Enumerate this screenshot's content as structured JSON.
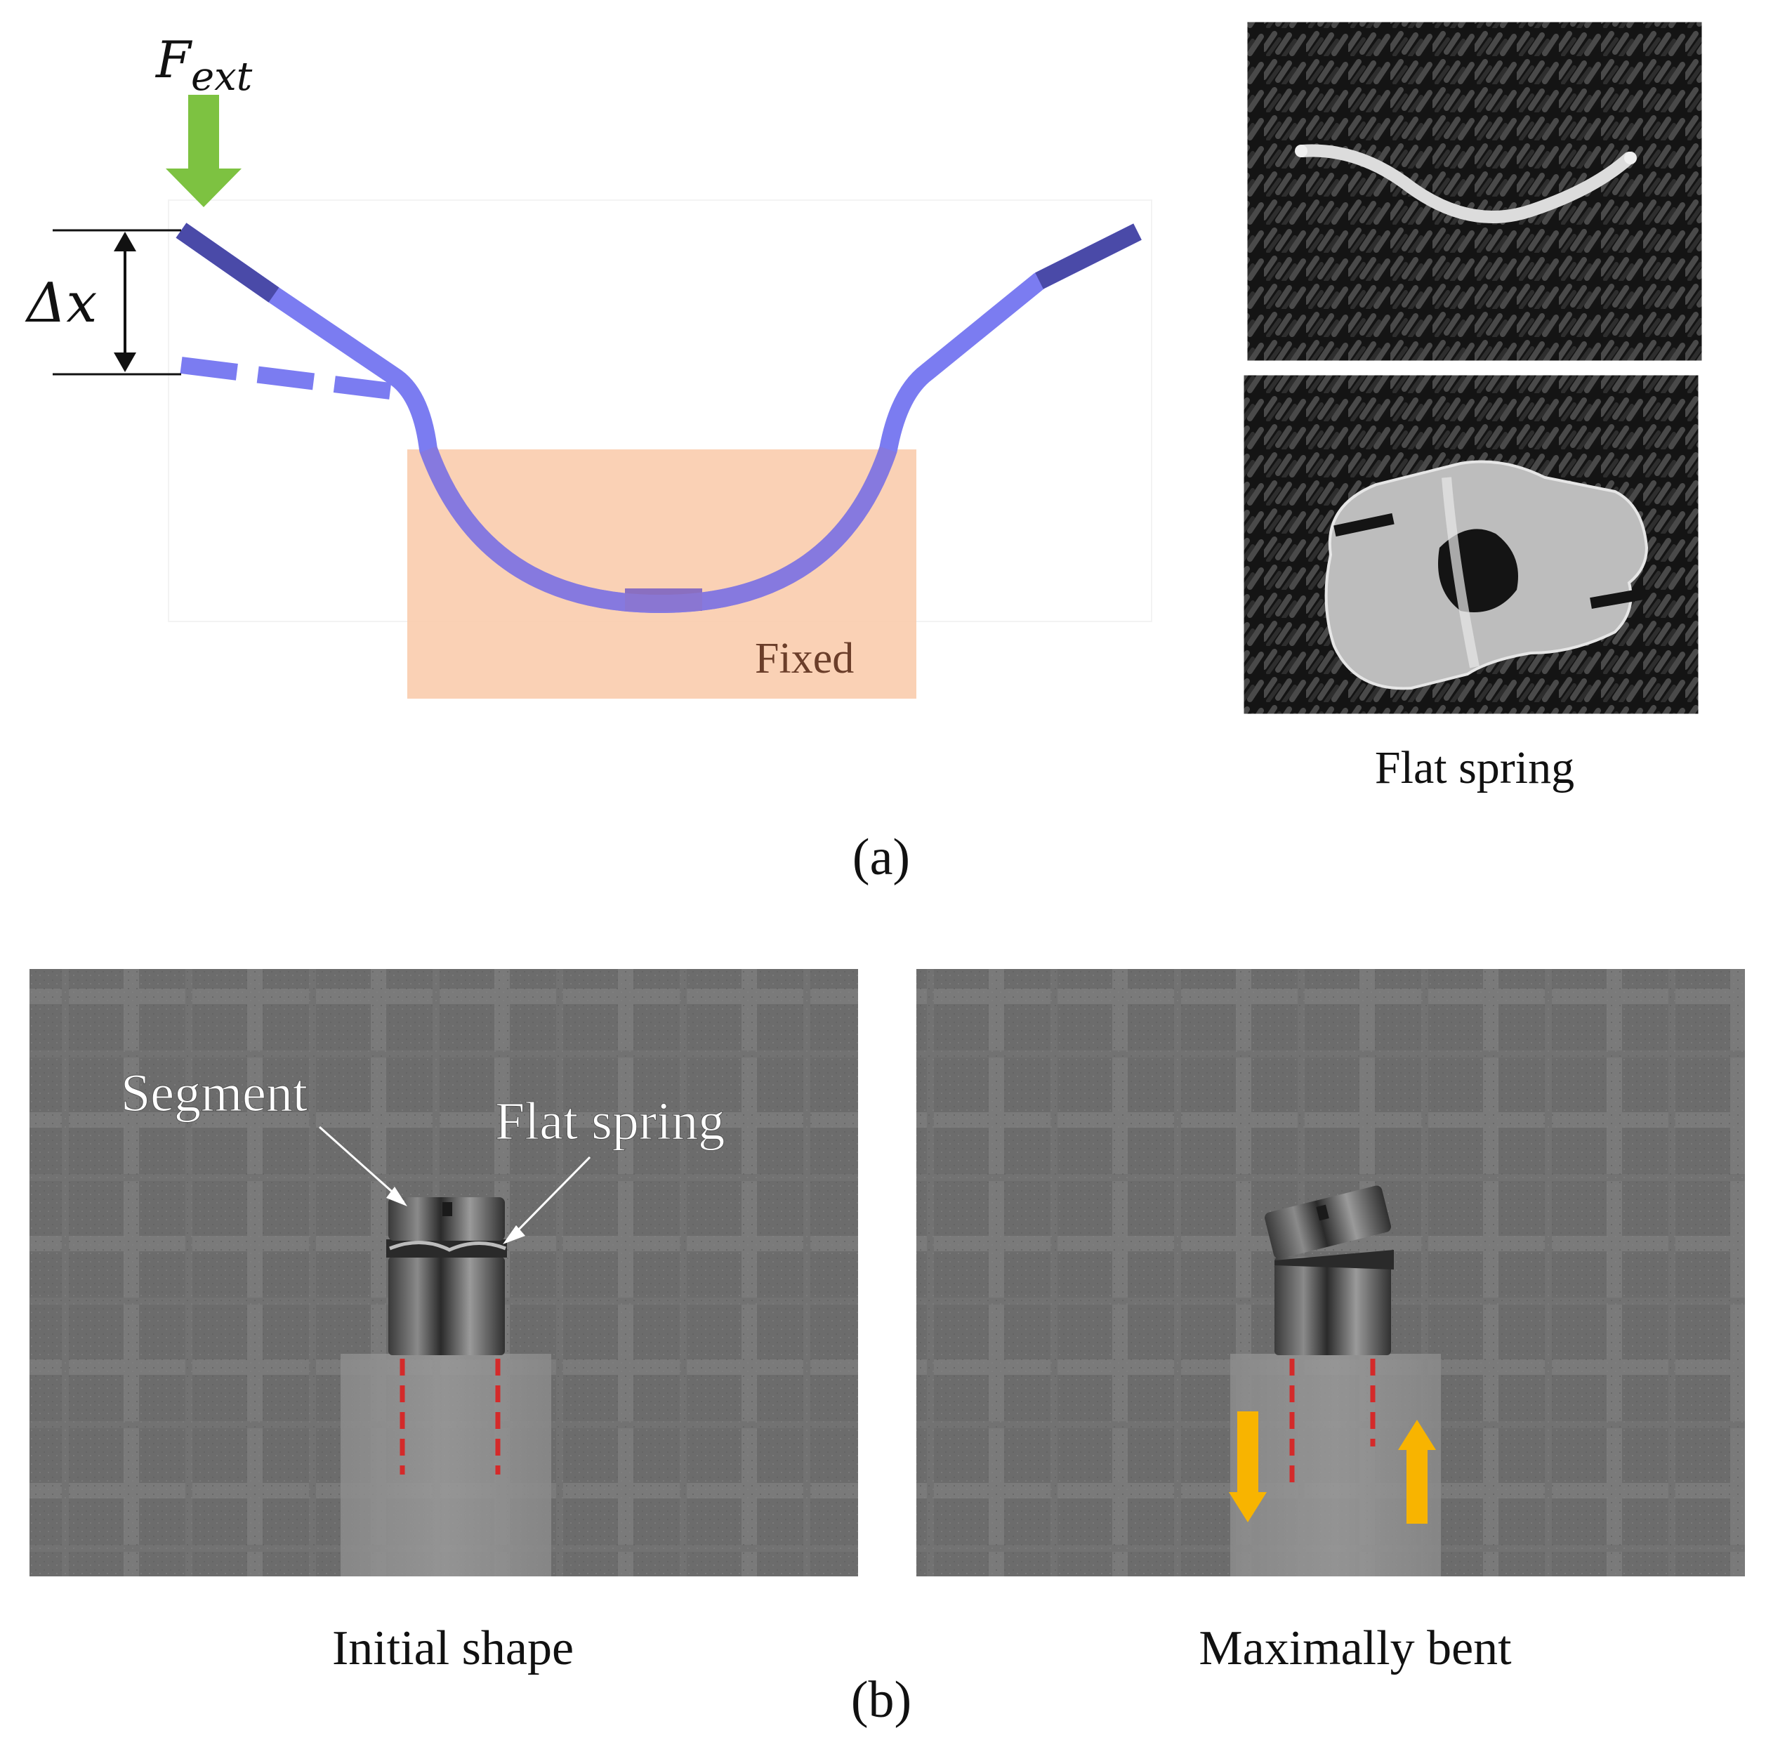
{
  "panel_a": {
    "force_label": {
      "base": "F",
      "subscript": "ext"
    },
    "displacement_label": "Δx",
    "fixed_label": "Fixed",
    "photo_caption": "Flat spring",
    "caption": "(a)"
  },
  "panel_b": {
    "left": {
      "segment_label": "Segment",
      "spring_label": "Flat spring",
      "caption": "Initial shape"
    },
    "right": {
      "caption": "Maximally bent"
    },
    "caption": "(b)"
  },
  "colors": {
    "force_arrow": "#7dc241",
    "spring_light": "#7b7cf1",
    "spring_dark": "#4a4aa8",
    "fixed_region": "#f9c9a8",
    "red_dash": "#d42a2a",
    "yellow_arrow": "#f8b400"
  }
}
